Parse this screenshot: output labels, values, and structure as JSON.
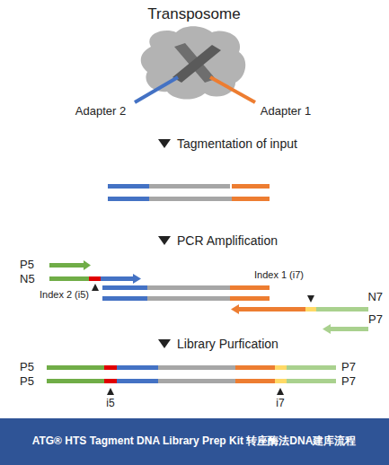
{
  "diagram": {
    "title": "Transposome",
    "caption": "ATG® HTS Tagment DNA Library Prep Kit 转座酶法DNA建库流程",
    "labels": [
      "Adapter 2",
      "Adapter 1",
      "Tagmentation of input",
      "PCR Amplification",
      "P5",
      "N5",
      "Index 2 (i5)",
      "Index 1 (i7)",
      "N7",
      "P7",
      "Library Purfication",
      "P5",
      "P5",
      "P7",
      "P7",
      "i5",
      "i7"
    ]
  }
}
